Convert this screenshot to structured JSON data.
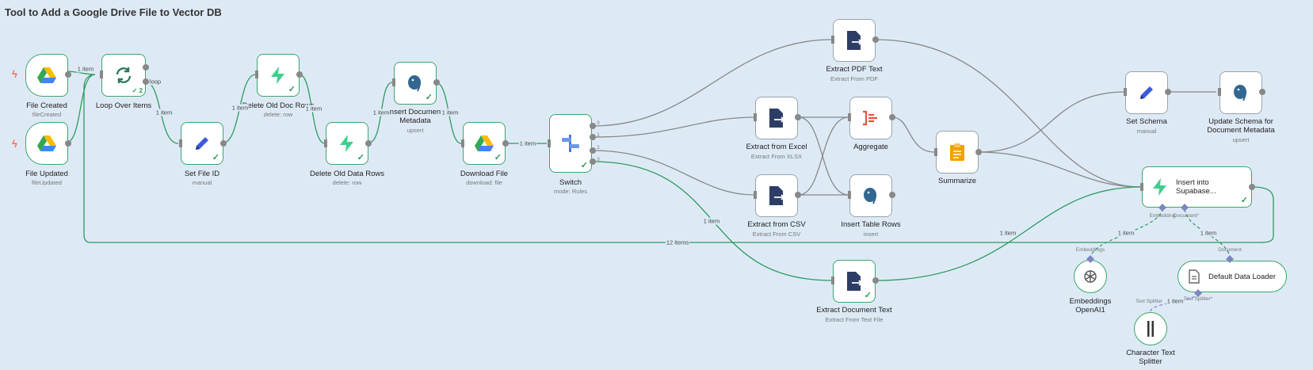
{
  "workflow_title": "Tool to Add a Google Drive File to Vector DB",
  "colors": {
    "canvas": "#ddeaf6",
    "edge": "#888888",
    "edge_active": "#2e9b5c",
    "drive": "#1a73e8",
    "postgres": "#336791",
    "supabase": "#3ecf8e"
  },
  "nodes": {
    "file_created": {
      "name": "File Created",
      "sub": "fileCreated",
      "icon": "google-drive-icon"
    },
    "file_updated": {
      "name": "File Updated",
      "sub": "fileUpdated",
      "icon": "google-drive-icon"
    },
    "loop_over_items": {
      "name": "Loop Over Items",
      "icon": "loop-icon",
      "count": "2"
    },
    "set_file_id": {
      "name": "Set File ID",
      "sub": "manual",
      "icon": "pencil-icon"
    },
    "delete_old_doc_rows": {
      "name": "Delete Old Doc Rows",
      "sub": "delete: row",
      "icon": "supabase-icon"
    },
    "delete_old_data_rows": {
      "name": "Delete Old Data Rows",
      "sub": "delete: row",
      "icon": "supabase-icon"
    },
    "insert_document_metadata": {
      "name": "Insert Document Metadata",
      "sub": "upsert",
      "icon": "postgres-icon"
    },
    "download_file": {
      "name": "Download File",
      "sub": "download: file",
      "icon": "google-drive-icon"
    },
    "switch": {
      "name": "Switch",
      "sub": "mode: Rules",
      "icon": "switch-icon",
      "outputs": [
        "0",
        "1",
        "2",
        "3"
      ]
    },
    "extract_pdf_text": {
      "name": "Extract PDF Text",
      "sub": "Extract From PDF",
      "icon": "file-export-icon"
    },
    "extract_from_excel": {
      "name": "Extract from Excel",
      "sub": "Extract From XLSX",
      "icon": "file-export-icon"
    },
    "extract_from_csv": {
      "name": "Extract from CSV",
      "sub": "Extract From CSV",
      "icon": "file-export-icon"
    },
    "extract_document_text": {
      "name": "Extract Document Text",
      "sub": "Extract From Text File",
      "icon": "file-export-icon"
    },
    "aggregate": {
      "name": "Aggregate",
      "icon": "aggregate-icon"
    },
    "insert_table_rows": {
      "name": "Insert Table Rows",
      "sub": "insert",
      "icon": "postgres-icon"
    },
    "summarize": {
      "name": "Summarize",
      "icon": "clipboard-icon"
    },
    "set_schema": {
      "name": "Set Schema",
      "sub": "manual",
      "icon": "pencil-icon"
    },
    "update_schema": {
      "name": "Update Schema for Document Metadata",
      "sub": "upsert",
      "icon": "postgres-icon"
    },
    "insert_supabase": {
      "name": "Insert into Supabase...",
      "icon": "supabase-icon"
    },
    "embeddings_openai": {
      "name": "Embeddings OpenAI1",
      "icon": "openai-icon"
    },
    "default_data_loader": {
      "name": "Default Data Loader",
      "icon": "document-icon"
    },
    "character_text_splitter": {
      "name": "Character Text Splitter",
      "icon": "splitter-icon"
    }
  },
  "edge_labels": {
    "created_loop": "1 item",
    "loop_done": "loop",
    "loop_set": "1 item",
    "set_delete": "1 item",
    "deletedoc_deletedata": "1 item",
    "deletedata_insert": "1 item",
    "insert_download": "1 item",
    "download_switch": "1 item",
    "switch_doc": "1 item",
    "loop_back": "12 items",
    "doc_supabase": "1 item",
    "emb_supabase": "1 item",
    "loader_supabase": "1 item",
    "splitter_loader": "1 item"
  },
  "port_labels": {
    "embedding": "Embedding",
    "document": "Document*",
    "embeddings": "Embeddings",
    "document_in": "Document",
    "text_splitter_out": "Text Splitter",
    "text_splitter_in": "Text Splitter*"
  }
}
